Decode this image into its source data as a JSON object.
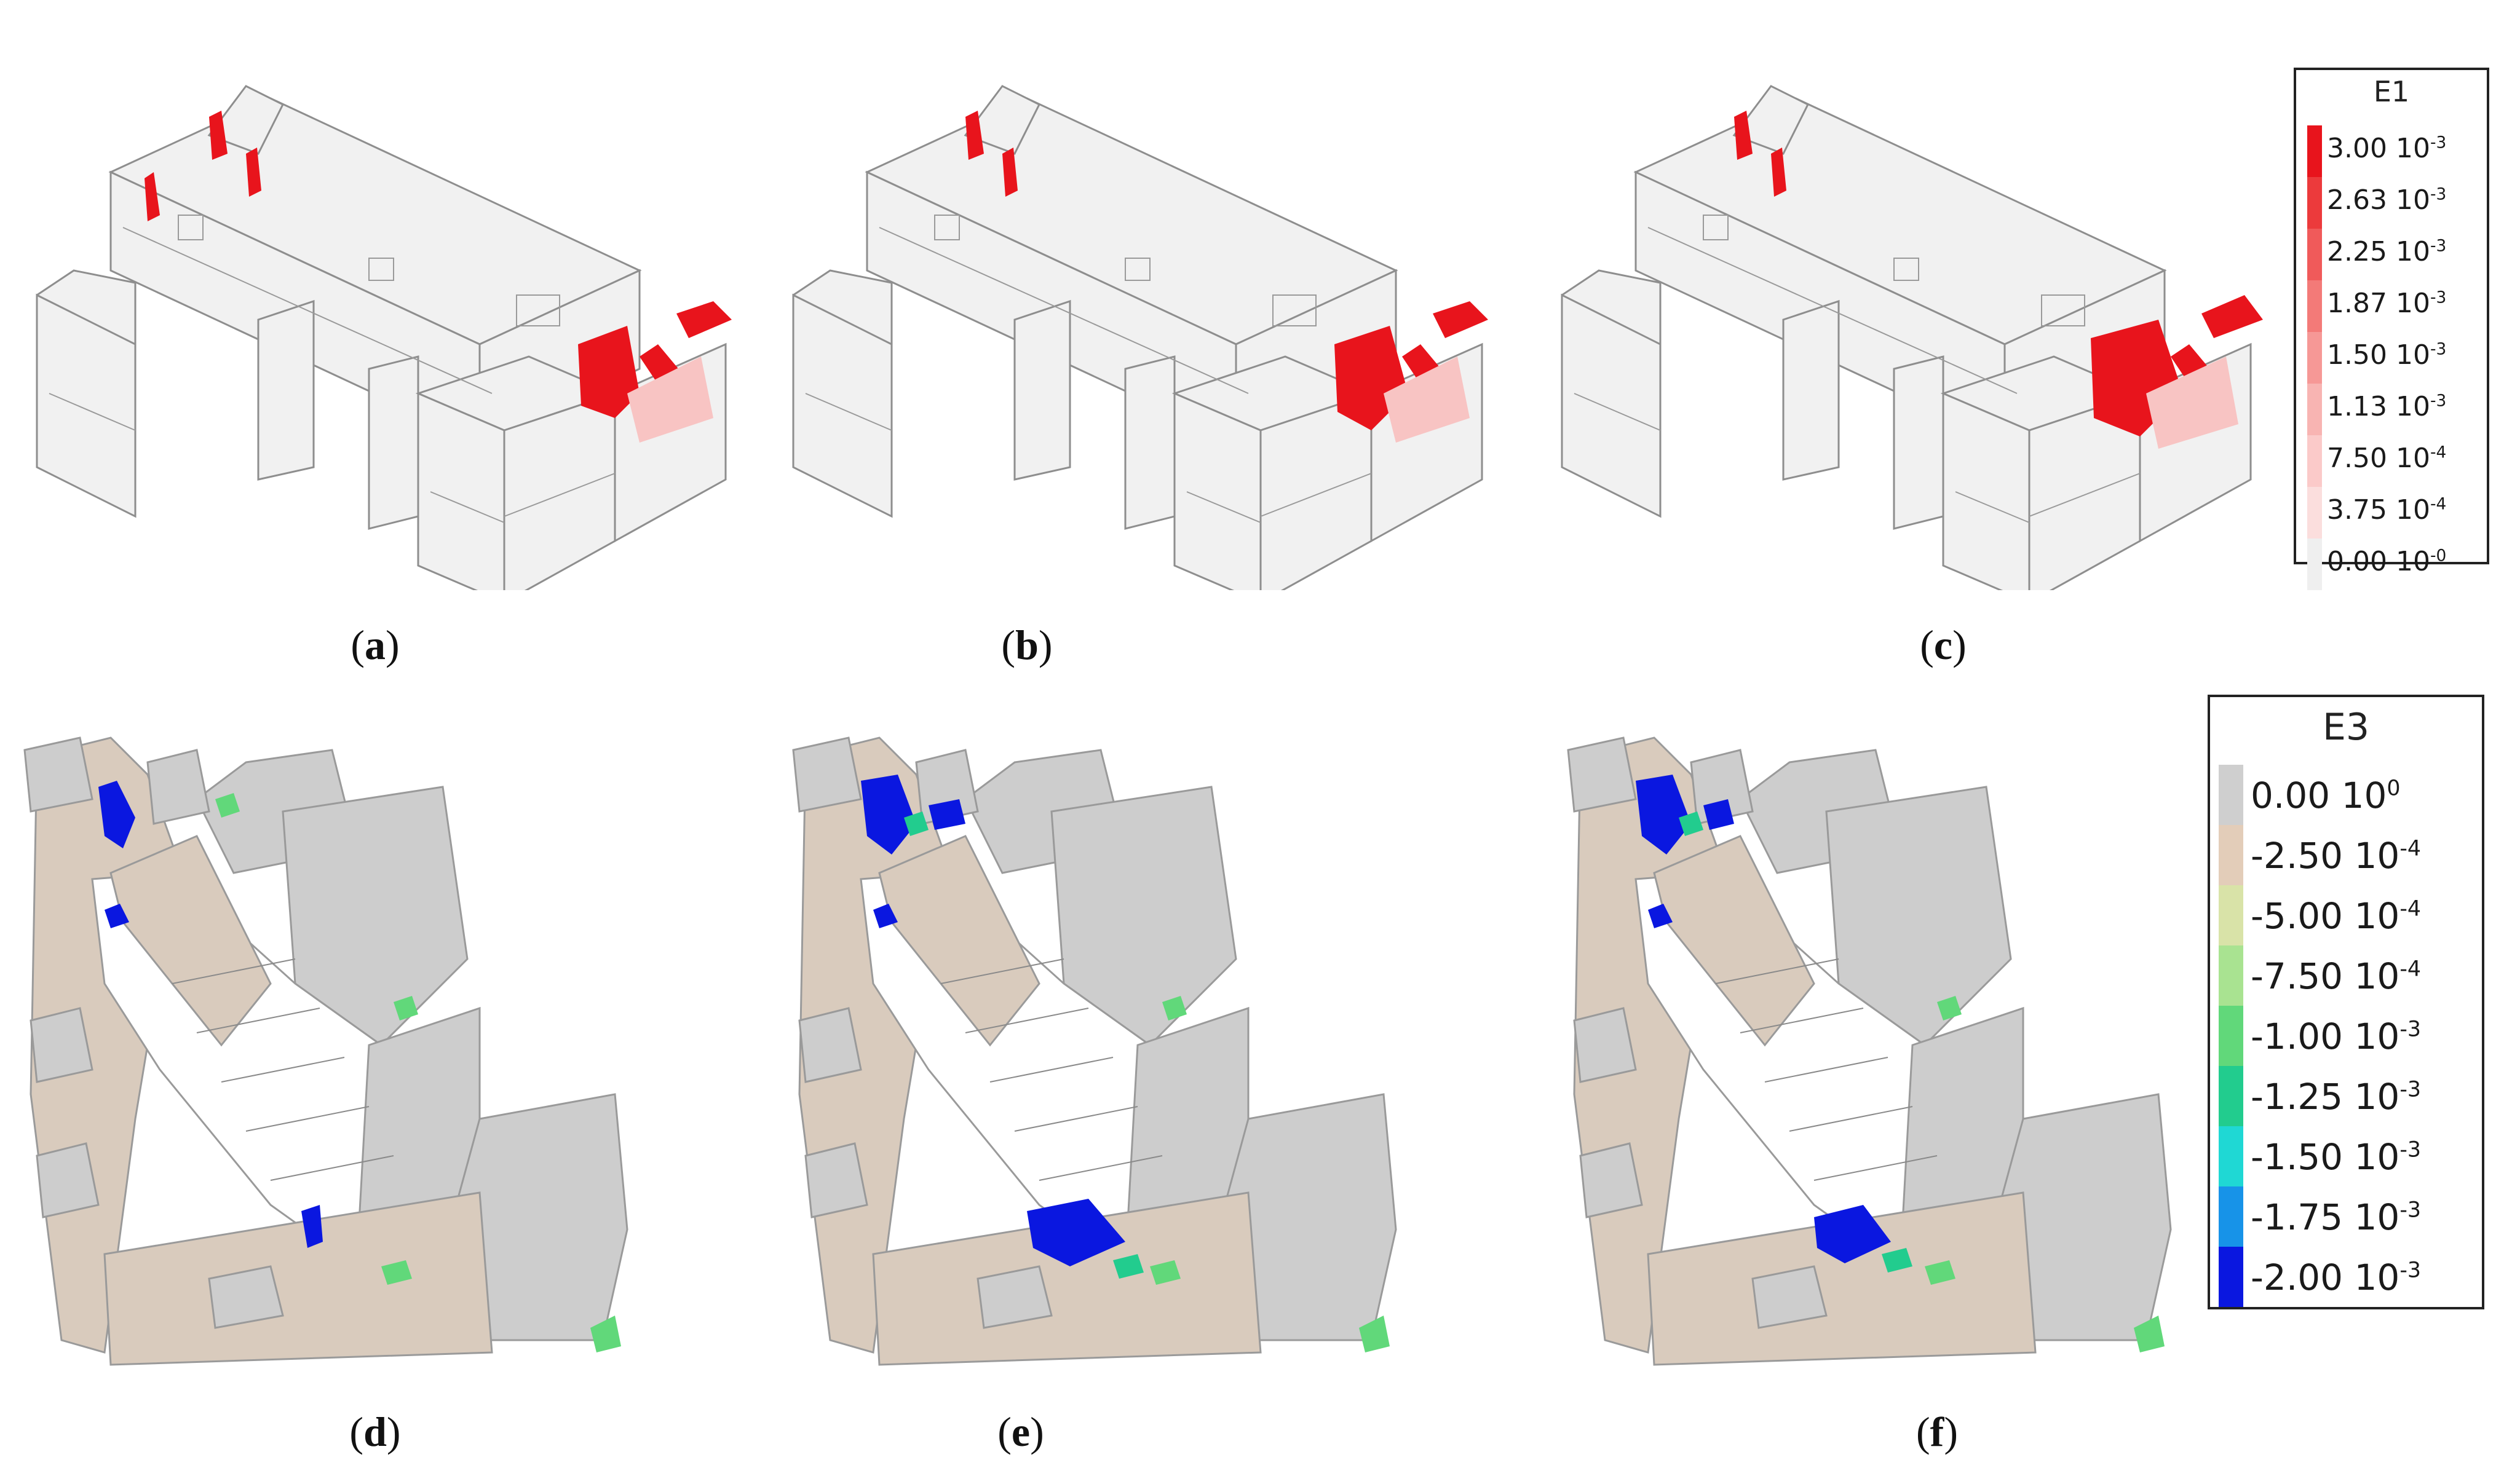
{
  "panels": {
    "a": {
      "label": "a"
    },
    "b": {
      "label": "b"
    },
    "c": {
      "label": "c"
    },
    "d": {
      "label": "d"
    },
    "e": {
      "label": "e"
    },
    "f": {
      "label": "f"
    }
  },
  "legend_e1": {
    "title": "E1",
    "entries": [
      {
        "mant": "3.00",
        "exp": "-3",
        "color": "#e8141c"
      },
      {
        "mant": "2.63",
        "exp": "-3",
        "color": "#ec3a3c"
      },
      {
        "mant": "2.25",
        "exp": "-3",
        "color": "#f05a5a"
      },
      {
        "mant": "1.87",
        "exp": "-3",
        "color": "#f37a78"
      },
      {
        "mant": "1.50",
        "exp": "-3",
        "color": "#f69896"
      },
      {
        "mant": "1.13",
        "exp": "-3",
        "color": "#f8b4b2"
      },
      {
        "mant": "7.50",
        "exp": "-4",
        "color": "#fbcac9"
      },
      {
        "mant": "3.75",
        "exp": "-4",
        "color": "#fbdedd"
      },
      {
        "mant": "0.00",
        "exp": "-0",
        "color": "#efefef"
      }
    ]
  },
  "legend_e3": {
    "title": "E3",
    "entries": [
      {
        "mant": "0.00",
        "exp": "0",
        "color": "#cfcfcf"
      },
      {
        "mant": "-2.50",
        "exp": "-4",
        "color": "#e3cdb9"
      },
      {
        "mant": "-5.00",
        "exp": "-4",
        "color": "#d9e3a8"
      },
      {
        "mant": "-7.50",
        "exp": "-4",
        "color": "#a9e391"
      },
      {
        "mant": "-1.00",
        "exp": "-3",
        "color": "#61d87a"
      },
      {
        "mant": "-1.25",
        "exp": "-3",
        "color": "#22cc8e"
      },
      {
        "mant": "-1.50",
        "exp": "-3",
        "color": "#1fd8d4"
      },
      {
        "mant": "-1.75",
        "exp": "-3",
        "color": "#1793e8"
      },
      {
        "mant": "-2.00",
        "exp": "-3",
        "color": "#0a17e0"
      }
    ]
  }
}
